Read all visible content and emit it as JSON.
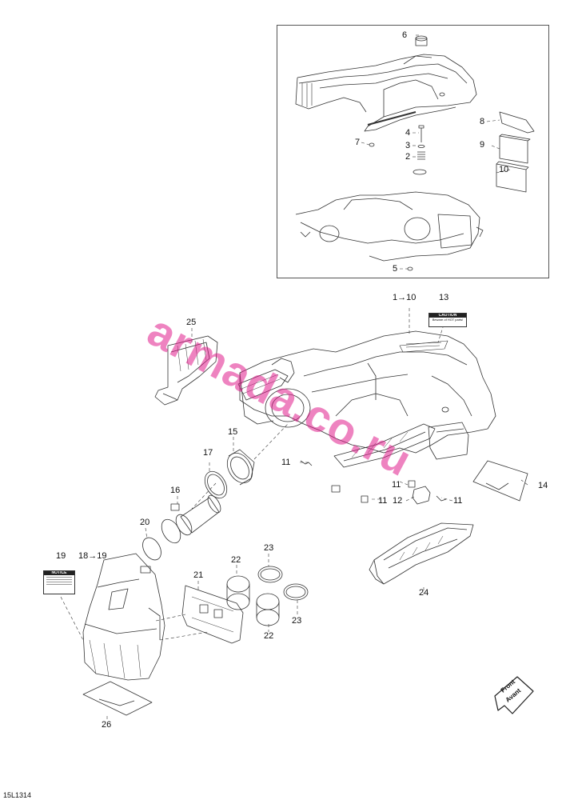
{
  "watermark": "armada.co.ru",
  "drawing_code": "15L1314",
  "orientation": {
    "line1": "Front",
    "line2": "Avant"
  },
  "decals": {
    "caution": {
      "header": "CAUTION",
      "text": "Beware of HOT parts!"
    },
    "notice": {
      "header": "NOTICE",
      "text": ""
    }
  },
  "callouts": {
    "c6": "6",
    "c8": "8",
    "c9": "9",
    "c10": "10",
    "c4": "4",
    "c3": "3",
    "c2": "2",
    "c7": "7",
    "c5": "5",
    "c1to10": "1→10",
    "c13": "13",
    "c25": "25",
    "c15": "15",
    "c11a": "11",
    "c17": "17",
    "c16": "16",
    "c14": "14",
    "c11b": "11",
    "c11c": "11",
    "c12": "12",
    "c11d": "11",
    "c20": "20",
    "c24": "24",
    "c19": "19",
    "c18to19": "18→19",
    "c21": "21",
    "c22a": "22",
    "c23a": "23",
    "c23b": "23",
    "c22b": "22",
    "c26": "26"
  }
}
